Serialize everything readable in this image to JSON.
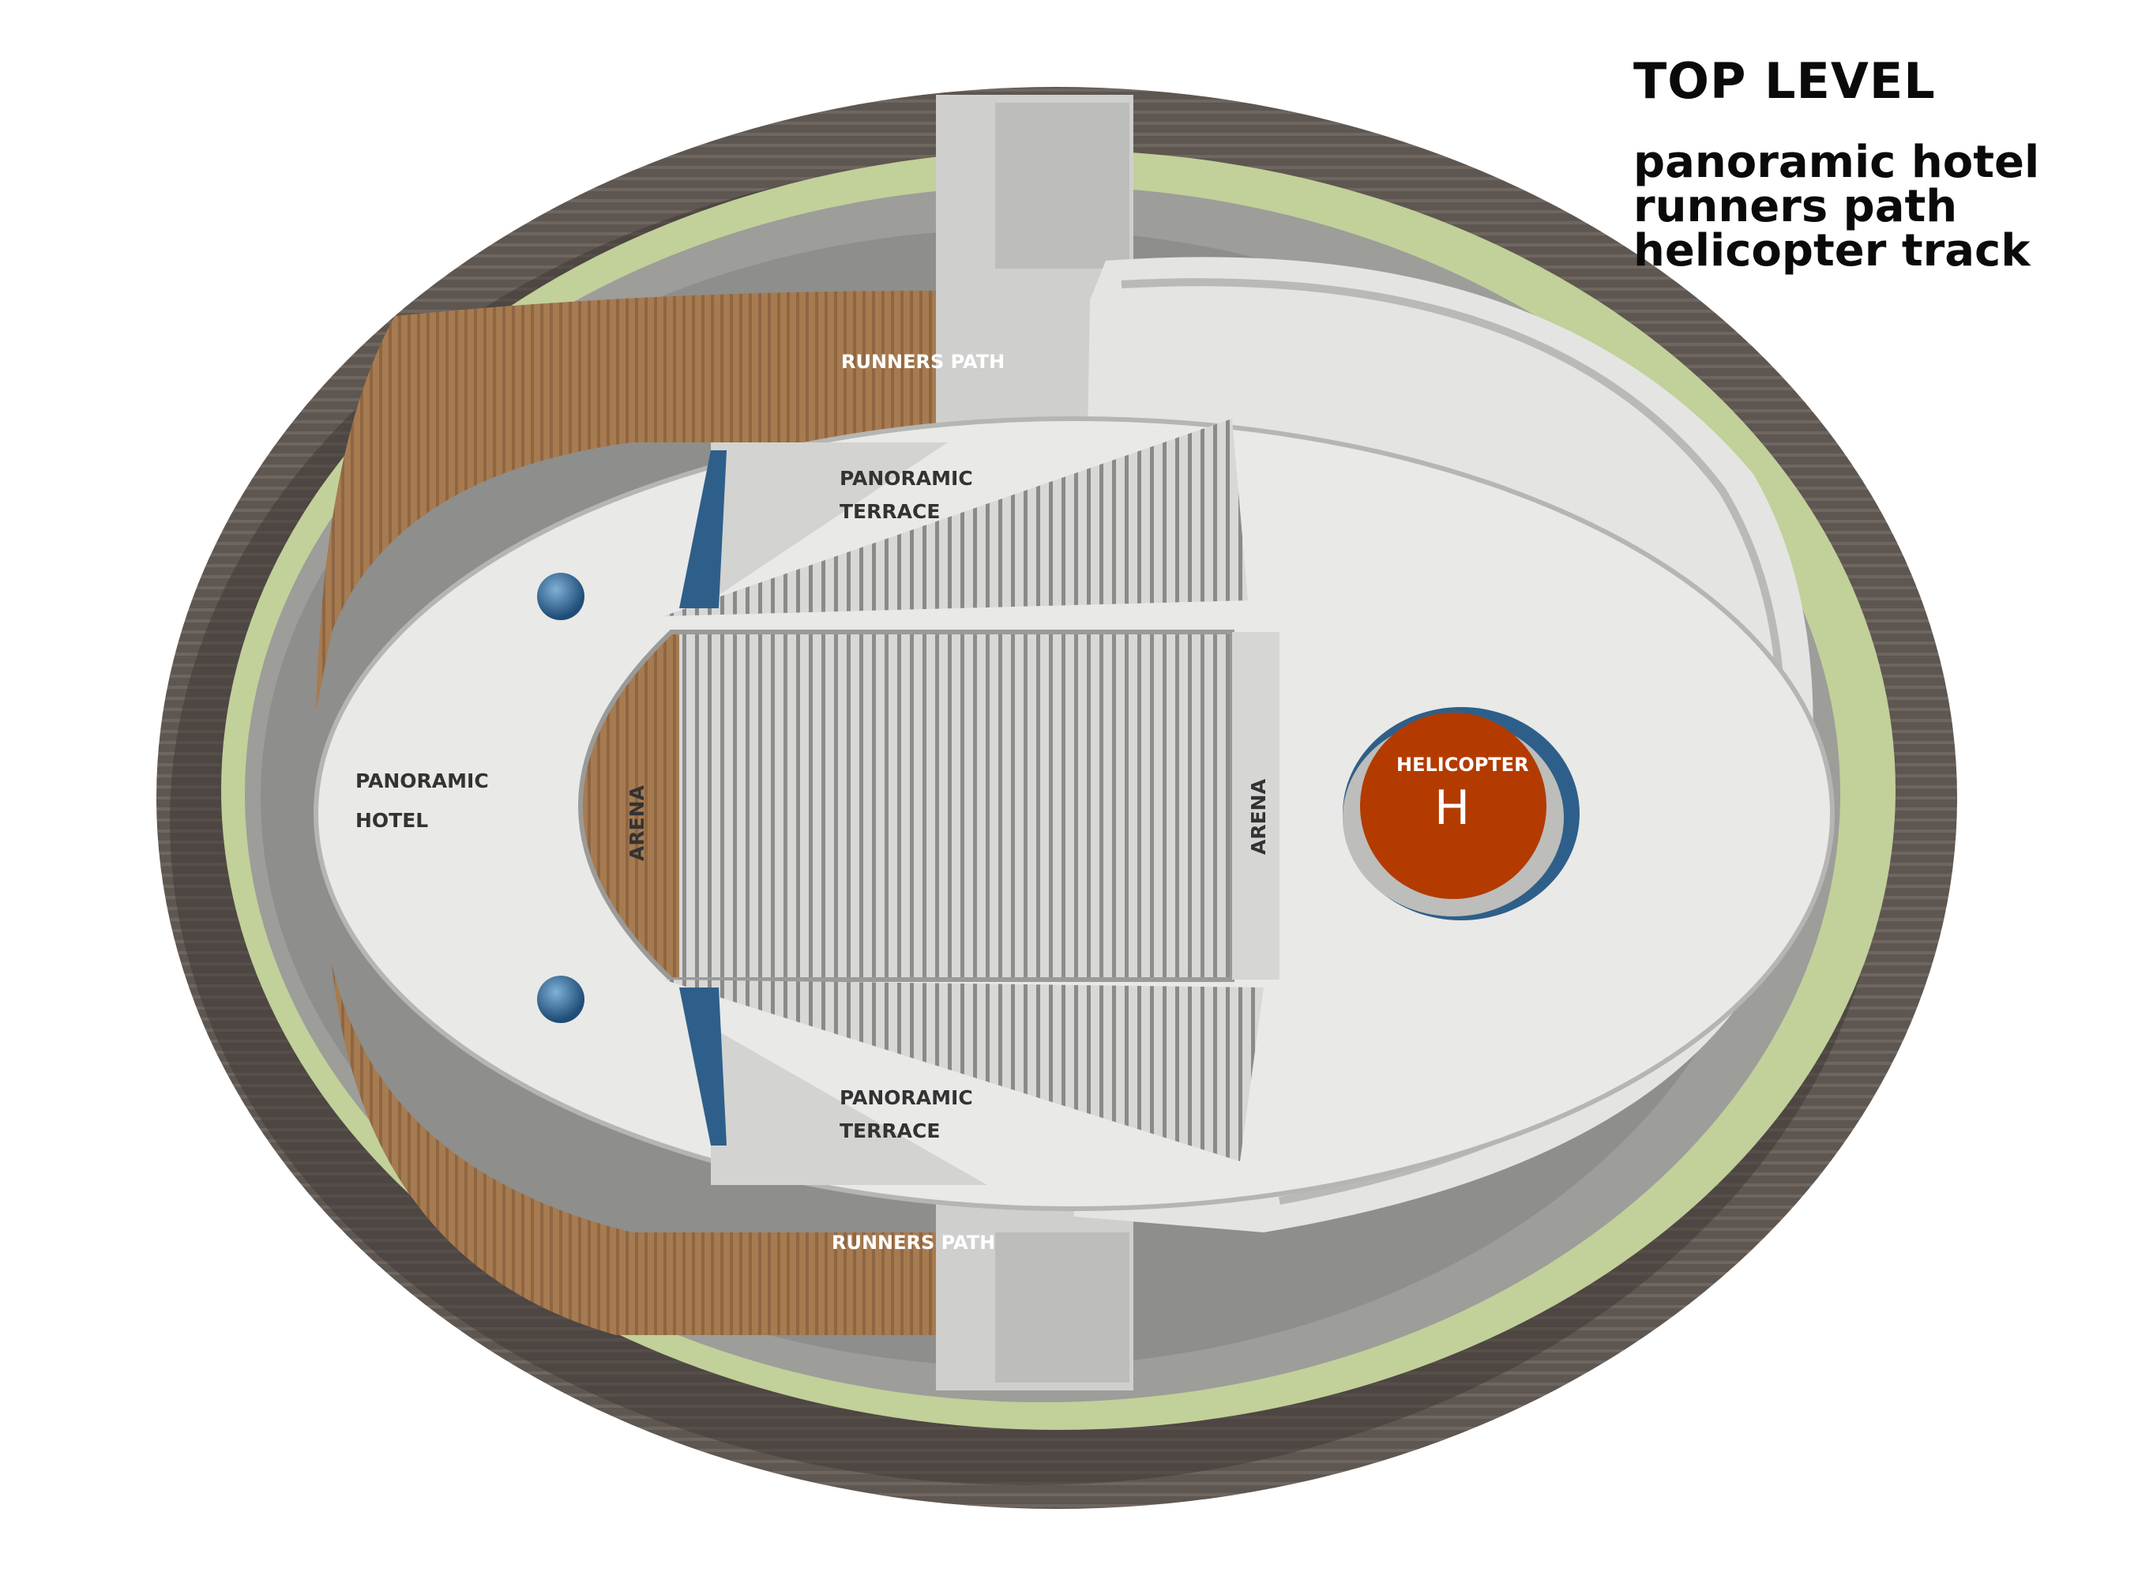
{
  "legend": {
    "title": "TOP LEVEL",
    "items": [
      "panoramic hotel",
      "runners path",
      "helicopter track"
    ]
  },
  "labels": {
    "runners_path_top": "RUNNERS PATH",
    "runners_path_bottom": "RUNNERS PATH",
    "panoramic_terrace_top": [
      "PANORAMIC",
      "TERRACE"
    ],
    "panoramic_terrace_bottom": [
      "PANORAMIC",
      "TERRACE"
    ],
    "panoramic_hotel": [
      "PANORAMIC",
      "HOTEL"
    ],
    "arena_left": "ARENA",
    "arena_right": "ARENA",
    "helicopter": "HELICOPTER",
    "helipad_mark": "H"
  },
  "colors": {
    "roof_outer": "#5c544e",
    "lawn": "#c2d09a",
    "deck": "#e6e6e4",
    "timber": "#a67a50",
    "glass_blue": "#2e5f8a",
    "helipad": "#b33b00"
  }
}
